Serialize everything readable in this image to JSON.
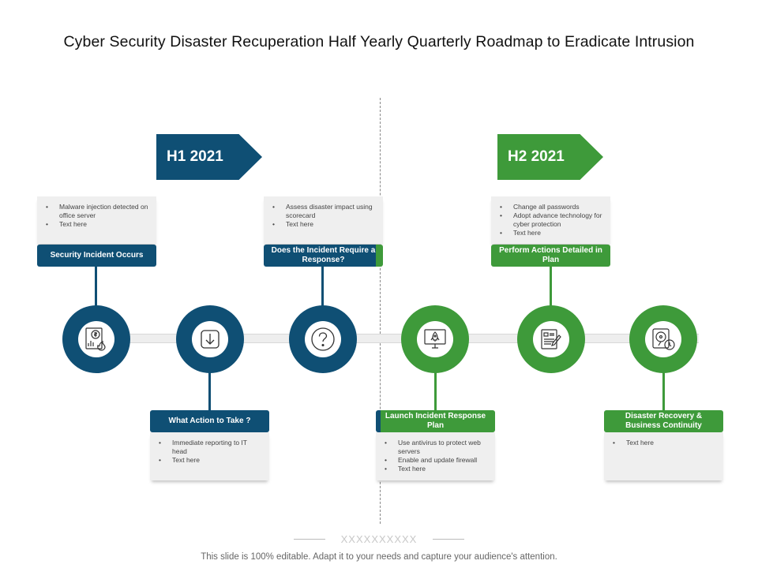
{
  "title": "Cyber Security Disaster Recuperation Half Yearly Quarterly Roadmap to Eradicate Intrusion",
  "colors": {
    "blue": "#0f4f74",
    "green": "#3e9a3a",
    "card": "#efefef"
  },
  "h1": {
    "label": "H1 2021"
  },
  "h2": {
    "label": "H2 2021"
  },
  "steps": [
    {
      "label": "Security Incident Occurs",
      "bullets": [
        "Malware  injection detected on office server",
        "Text here"
      ],
      "icon": "invoice-fire-icon"
    },
    {
      "label": "What Action to Take ?",
      "bullets": [
        "Immediate reporting to IT head",
        "Text here"
      ],
      "icon": "download-arrow-icon"
    },
    {
      "label": "Does the Incident Require a Response?",
      "bullets": [
        "Assess disaster impact using scorecard",
        "Text here"
      ],
      "icon": "question-mark-icon"
    },
    {
      "label": "Launch Incident Response Plan",
      "bullets": [
        "Use antivirus to protect web servers",
        "Enable and update firewall",
        "Text here"
      ],
      "icon": "rocket-monitor-icon"
    },
    {
      "label": "Perform Actions Detailed in Plan",
      "bullets": [
        "Change all passwords",
        "Adopt advance technology for cyber protection",
        "Text here"
      ],
      "icon": "document-pencil-icon"
    },
    {
      "label": "Disaster Recovery & Business Continuity",
      "bullets": [
        "Text here"
      ],
      "icon": "disk-recovery-icon"
    }
  ],
  "footer": {
    "mark": "XXXXXXXXXX",
    "text": "This slide is 100% editable. Adapt it to your needs and capture your audience's attention."
  }
}
